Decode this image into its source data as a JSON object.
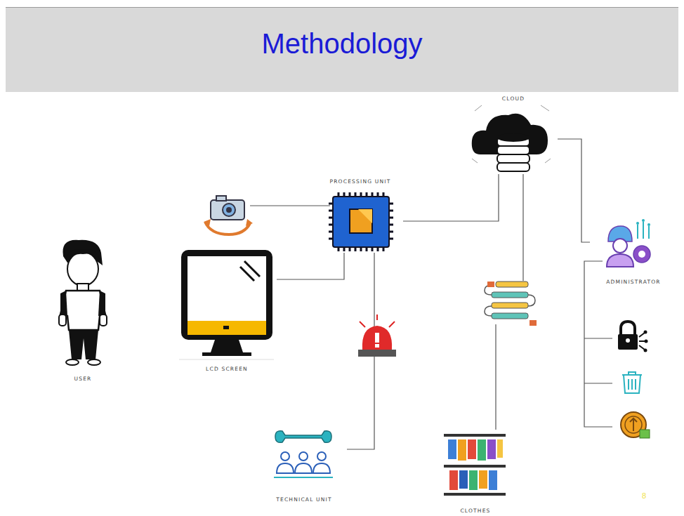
{
  "diagram": {
    "title": "Methodology",
    "nodes": [
      {
        "text": [
          "CLOUD"
        ]
      },
      {
        "text": [
          "PROCESSING UNIT"
        ]
      },
      {
        "text": [
          "USER"
        ]
      },
      {
        "text": [
          "LCD SCREEN"
        ]
      },
      {
        "text": [
          "ADMINISTRATOR"
        ]
      },
      {
        "text": [
          "TECHNICAL UNIT"
        ]
      },
      {
        "text": [
          "CLOTHES"
        ]
      }
    ],
    "edges": [
      {
        "from": 1,
        "to": 3,
        "arrow": "none"
      },
      {
        "from": 1,
        "to": 0,
        "arrow": "none"
      },
      {
        "from": 1,
        "to": 5,
        "arrow": "none"
      },
      {
        "from": 0,
        "to": 6,
        "arrow": "none"
      },
      {
        "from": 0,
        "to": 4,
        "arrow": "none"
      }
    ],
    "labels": [
      "8"
    ]
  }
}
